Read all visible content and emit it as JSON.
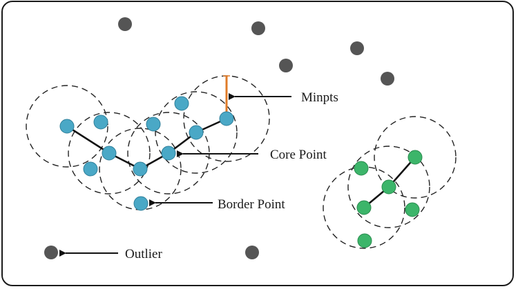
{
  "title": "DBSCAN clustering concept diagram",
  "labels": {
    "minpts": "Minpts",
    "core_point": "Core Point",
    "border_point": "Border Point",
    "outlier": "Outlier"
  },
  "colors": {
    "cluster_a": "#4aa8c6",
    "cluster_a_stroke": "#2f7f9a",
    "cluster_b": "#3cb56a",
    "cluster_b_stroke": "#2a8a4e",
    "noise": "#555555",
    "radius_marker": "#e07b28",
    "line": "#111111"
  },
  "icons": {
    "arrow": "arrow-left-icon"
  }
}
